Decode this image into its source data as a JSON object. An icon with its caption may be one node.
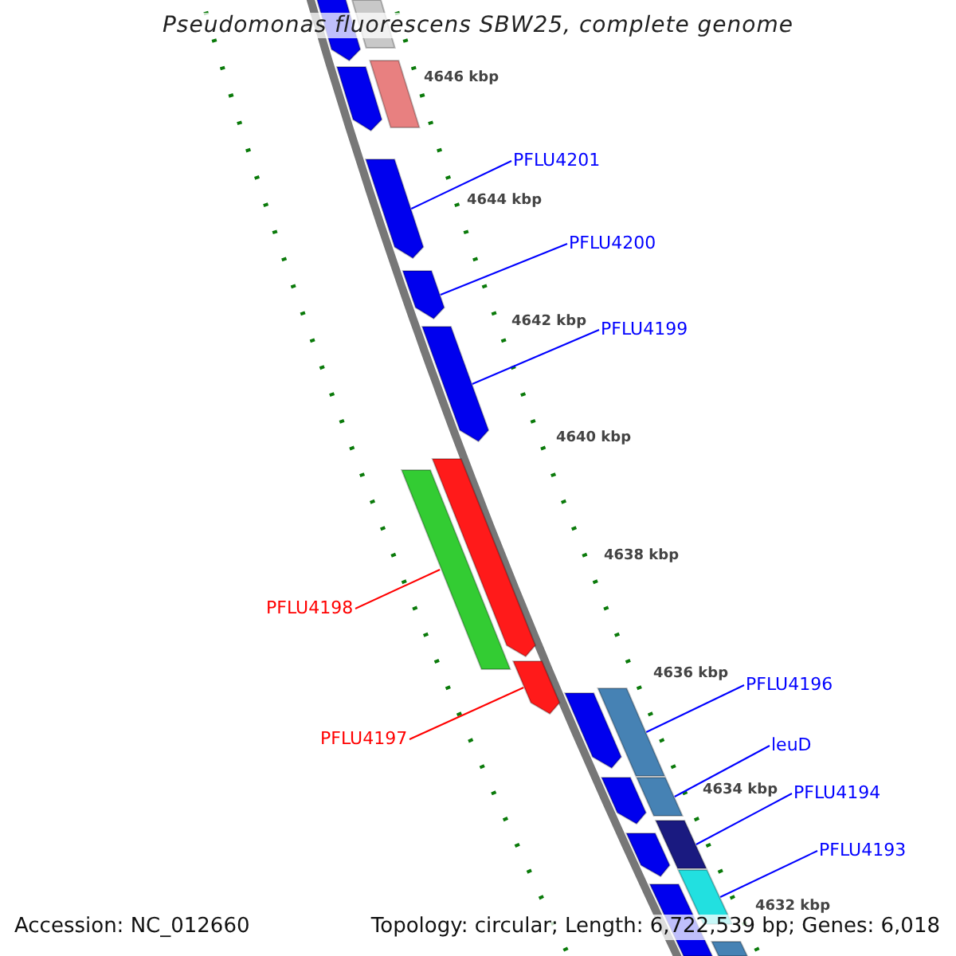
{
  "diagram": {
    "title": "Pseudomonas fluorescens SBW25, complete genome",
    "nodes": [
      {
        "text": [
          "PFLU4201"
        ]
      },
      {
        "text": [],
        "shape": "bar"
      },
      {
        "text": [
          "PFLU4200"
        ]
      },
      {
        "text": [],
        "shape": "bar"
      },
      {
        "text": [
          "PFLU4199"
        ]
      },
      {
        "text": [],
        "shape": "bar"
      },
      {
        "text": [
          "PFLU4198"
        ]
      },
      {
        "text": [],
        "shape": "bar"
      },
      {
        "text": [
          "PFLU4197"
        ]
      },
      {
        "text": [],
        "shape": "bar"
      },
      {
        "text": [
          "PFLU4196"
        ]
      },
      {
        "text": [],
        "shape": "bar"
      },
      {
        "text": [
          "leuD"
        ]
      },
      {
        "text": [],
        "shape": "bar"
      },
      {
        "text": [
          "PFLU4194"
        ]
      },
      {
        "text": [],
        "shape": "bar"
      },
      {
        "text": [
          "PFLU4193"
        ]
      },
      {
        "text": [],
        "shape": "bar"
      },
      {
        "text": [],
        "shape": "bar"
      },
      {
        "text": [],
        "shape": "bar"
      },
      {
        "text": [],
        "shape": "bar"
      },
      {
        "text": [],
        "shape": "bar"
      },
      {
        "text": [],
        "shape": "bar"
      },
      {
        "text": [],
        "shape": "bar"
      },
      {
        "text": [],
        "shape": "bar"
      },
      {
        "text": [],
        "shape": "bar"
      },
      {
        "text": [],
        "shape": "bar"
      },
      {
        "text": [],
        "shape": "bar"
      }
    ],
    "edges": [
      {
        "from": 0,
        "to": 1,
        "arrow": "none"
      },
      {
        "from": 2,
        "to": 3,
        "arrow": "none"
      },
      {
        "from": 4,
        "to": 5,
        "arrow": "none"
      },
      {
        "from": 6,
        "to": 7,
        "arrow": "none",
        "color": "#ff0000"
      },
      {
        "from": 8,
        "to": 9,
        "arrow": "none",
        "color": "#ff0000"
      },
      {
        "from": 10,
        "to": 11,
        "arrow": "none"
      },
      {
        "from": 12,
        "to": 13,
        "arrow": "none"
      },
      {
        "from": 14,
        "to": 15,
        "arrow": "none"
      },
      {
        "from": 16,
        "to": 17,
        "arrow": "none"
      }
    ],
    "labels": [
      "4646 kbp",
      "4644 kbp",
      "4642 kbp",
      "4640 kbp",
      "4638 kbp",
      "4636 kbp",
      "4634 kbp",
      "4632 kbp",
      "Accession: NC_012660",
      "Topology: circular; Length: 6,722,539 bp; Genes: 6,018"
    ]
  }
}
